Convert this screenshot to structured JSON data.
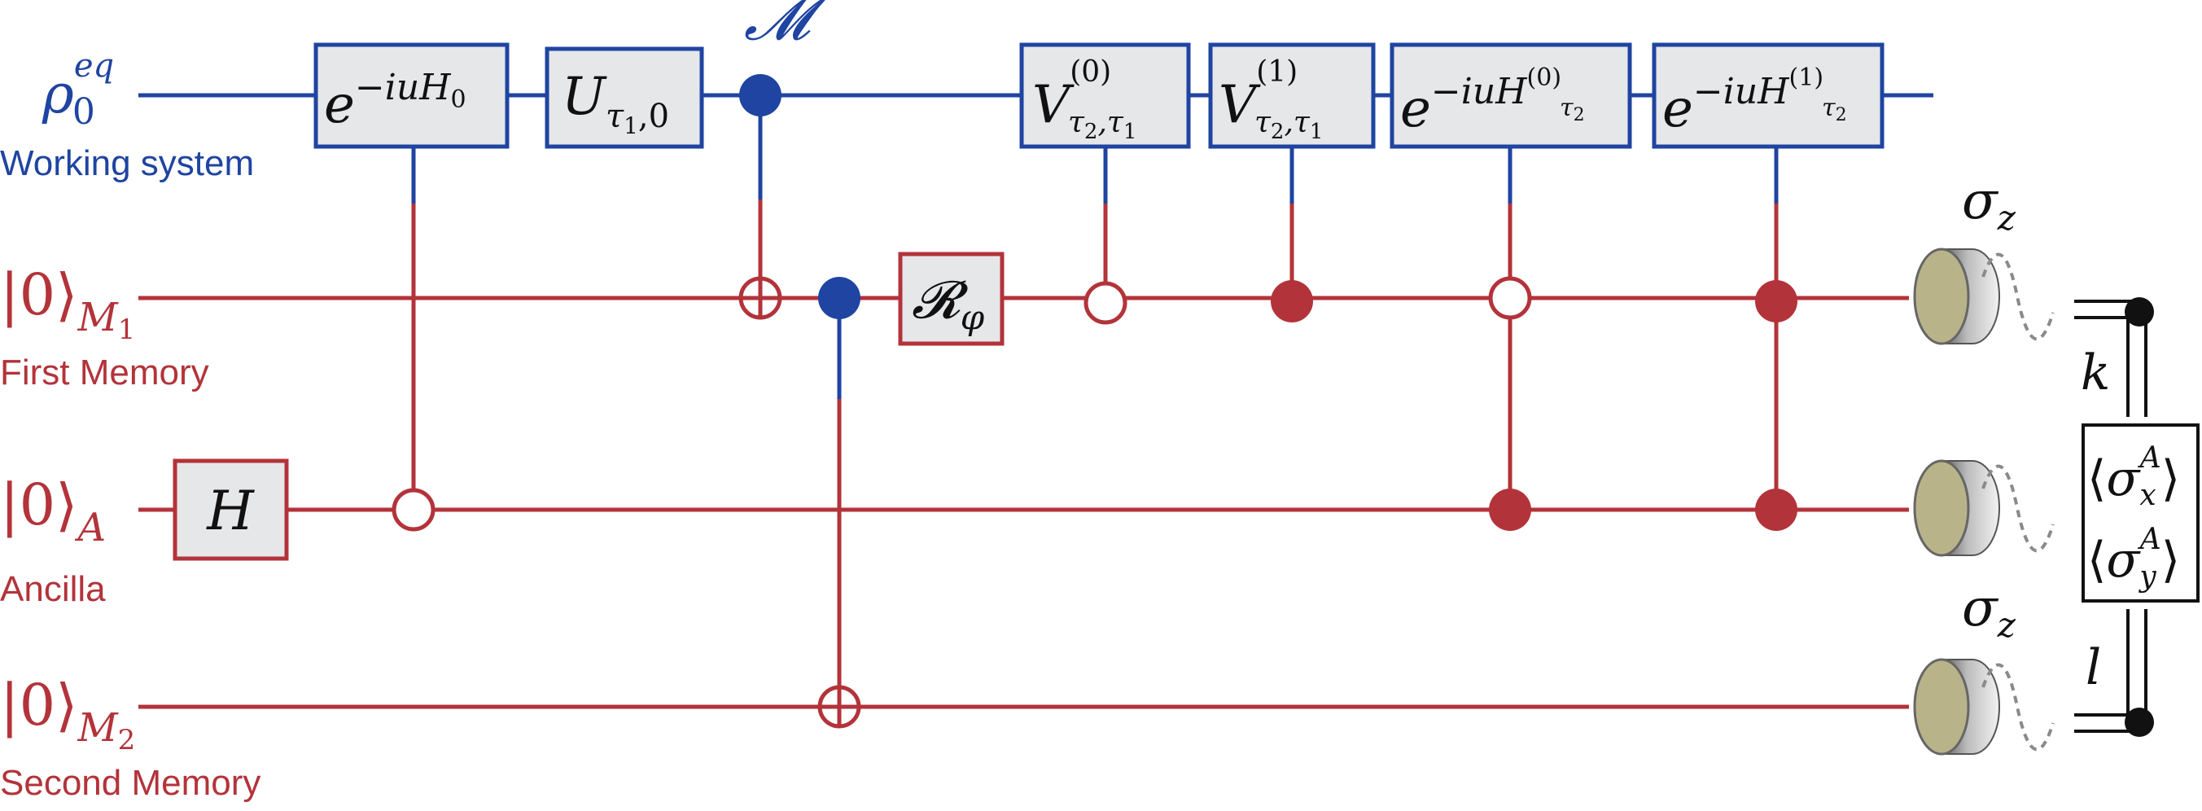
{
  "colors": {
    "blue": "#1f44a1",
    "red": "#b3333a",
    "gate_fill": "#e6e7e9",
    "meter_face": "#b9b38a",
    "meter_ring_dark": "#777777",
    "wavy": "#8a8a8a",
    "black": "#111111"
  },
  "wires": {
    "working": {
      "state_base": "ρ",
      "state_sub": "0",
      "state_sup": "eq",
      "label": "Working system"
    },
    "m1": {
      "ket": "|0⟩",
      "sub_base": "M",
      "sub_index": "1",
      "label": "First Memory"
    },
    "ancilla": {
      "ket": "|0⟩",
      "sub": "A",
      "label": "Ancilla"
    },
    "m2": {
      "ket": "|0⟩",
      "sub_base": "M",
      "sub_index": "2",
      "label": "Second Memory"
    }
  },
  "gates": {
    "evol_h0": {
      "base": "e",
      "exp": "−iuH",
      "exp_sub": "0"
    },
    "u_tau": {
      "base": "U",
      "sub": "τ",
      "sub_index": "1",
      "sub_rest": ",0"
    },
    "m_label": "𝓜",
    "hadamard": "H",
    "rotation": {
      "base": "𝓡",
      "sub": "φ"
    },
    "v0": {
      "base": "V",
      "sup": "(0)",
      "sub1": "τ",
      "sub1_index": "2",
      "sub2": ",τ",
      "sub2_index": "1"
    },
    "v1": {
      "base": "V",
      "sup": "(1)",
      "sub1": "τ",
      "sub1_index": "2",
      "sub2": ",τ",
      "sub2_index": "1"
    },
    "evol_h0t": {
      "base": "e",
      "exp": "−iuH",
      "exp_sup": "(0)",
      "exp_sub": "τ",
      "exp_sub_index": "2"
    },
    "evol_h1t": {
      "base": "e",
      "exp": "−iuH",
      "exp_sup": "(1)",
      "exp_sub": "τ",
      "exp_sub_index": "2"
    }
  },
  "measurements": {
    "sigma_top": {
      "base": "σ",
      "sub": "z"
    },
    "sigma_bottom": {
      "base": "σ",
      "sub": "z"
    },
    "k_label": "k",
    "l_label": "l",
    "ancilla_box": {
      "line1": {
        "open": "⟨",
        "base": "σ",
        "sub": "x",
        "sup": "A",
        "close": "⟩"
      },
      "line2": {
        "open": "⟨",
        "base": "σ",
        "sub": "y",
        "sup": "A",
        "close": "⟩"
      }
    }
  }
}
